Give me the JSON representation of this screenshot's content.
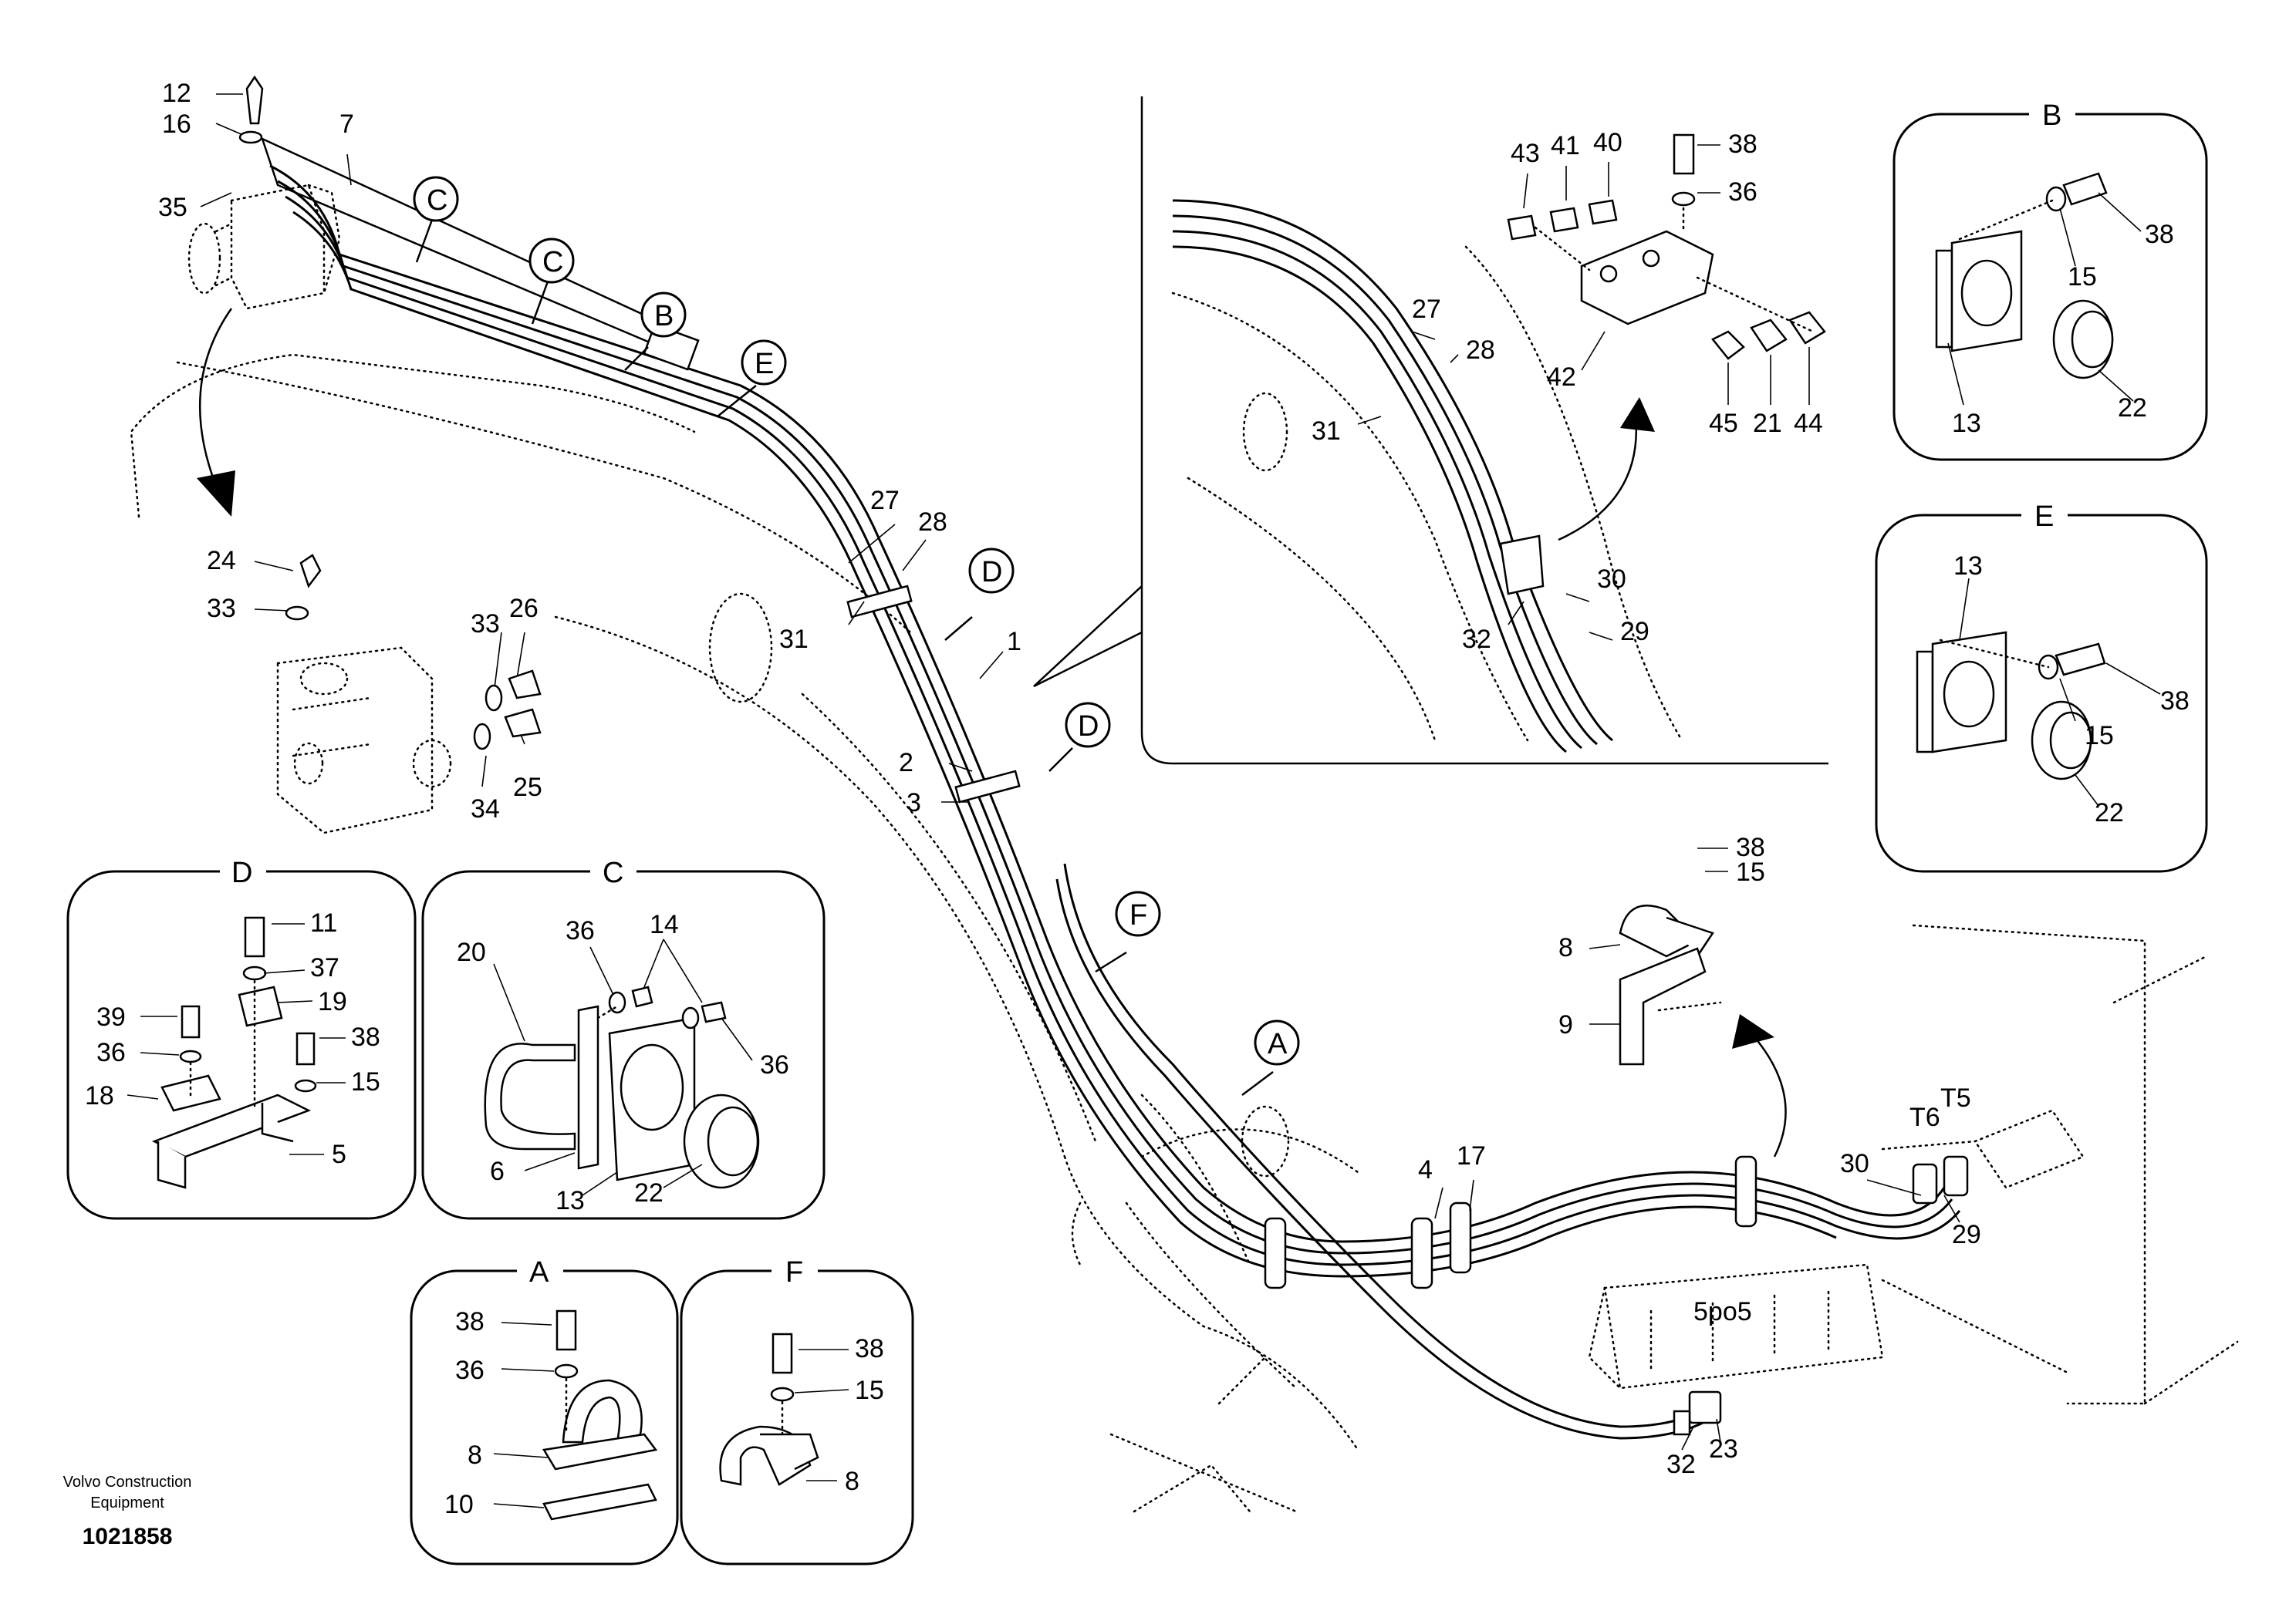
{
  "callouts": {
    "c12": "12",
    "c16": "16",
    "c7": "7",
    "c35": "35",
    "c24": "24",
    "c33a": "33",
    "c33b": "33",
    "c26": "26",
    "c34": "34",
    "c25": "25",
    "c27": "27",
    "c28": "28",
    "c31": "31",
    "c1": "1",
    "c2": "2",
    "c3": "3",
    "c4": "4",
    "c17": "17",
    "c30": "30",
    "c29": "29",
    "c32": "32",
    "c23": "23",
    "c8": "8",
    "c9": "9",
    "c38": "38",
    "c15": "15"
  },
  "ref_letters": {
    "C1": "C",
    "C2": "C",
    "B": "B",
    "E": "E",
    "D1": "D",
    "D2": "D",
    "F": "F",
    "A": "A"
  },
  "markings": {
    "spool": "5po5",
    "t": "T6",
    "t5": "T5"
  },
  "inset_main": {
    "c43": "43",
    "c41": "41",
    "c40": "40",
    "c38": "38",
    "c36": "36",
    "c27": "27",
    "c28": "28",
    "c31": "31",
    "c42": "42",
    "c45": "45",
    "c21": "21",
    "c44": "44",
    "c30": "30",
    "c32": "32",
    "c29": "29"
  },
  "detail_B": {
    "title": "B",
    "c38": "38",
    "c15": "15",
    "c13": "13",
    "c22": "22"
  },
  "detail_E": {
    "title": "E",
    "c13": "13",
    "c38": "38",
    "c15": "15",
    "c22": "22"
  },
  "detail_D": {
    "title": "D",
    "c11": "11",
    "c37": "37",
    "c19": "19",
    "c39": "39",
    "c36": "36",
    "c38": "38",
    "c15": "15",
    "c18": "18",
    "c5": "5"
  },
  "detail_C": {
    "title": "C",
    "c14": "14",
    "c36a": "36",
    "c20": "20",
    "c36b": "36",
    "c6": "6",
    "c13": "13",
    "c22": "22"
  },
  "detail_A": {
    "title": "A",
    "c38": "38",
    "c36": "36",
    "c8": "8",
    "c10": "10"
  },
  "detail_F": {
    "title": "F",
    "c38": "38",
    "c15": "15",
    "c8": "8"
  },
  "footer": {
    "company_line1": "Volvo Construction",
    "company_line2": "Equipment",
    "drawing_number": "1021858"
  }
}
